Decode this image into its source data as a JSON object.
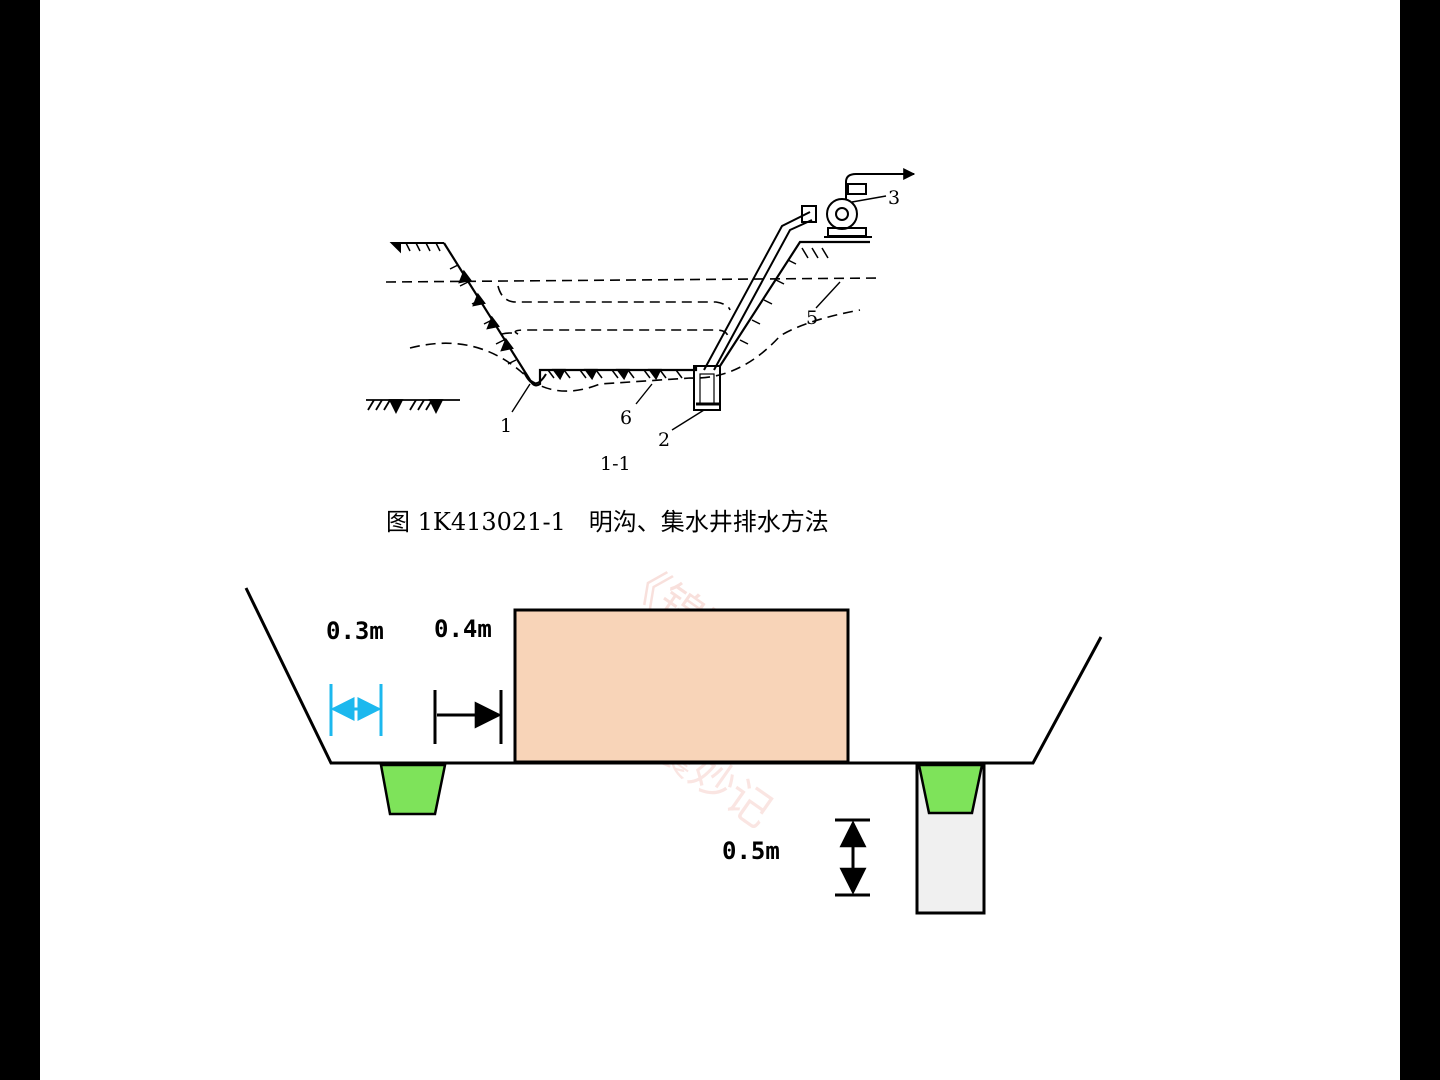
{
  "figure": {
    "callouts": {
      "c1": "1",
      "c2": "2",
      "c3": "3",
      "c5": "5",
      "c6": "6"
    },
    "section_label": "1-1",
    "caption": "图 1K413021-1   明沟、集水井排水方法"
  },
  "schematic": {
    "dim_left": "0.3m",
    "dim_mid": "0.4m",
    "dim_depth": "0.5m",
    "colors": {
      "foundation": "#f8d4b8",
      "ditch": "#7ee35a",
      "sump": "#f0f0f0",
      "blue_dim": "#1cb8ee"
    },
    "watermark": "《锦囊妙记"
  }
}
